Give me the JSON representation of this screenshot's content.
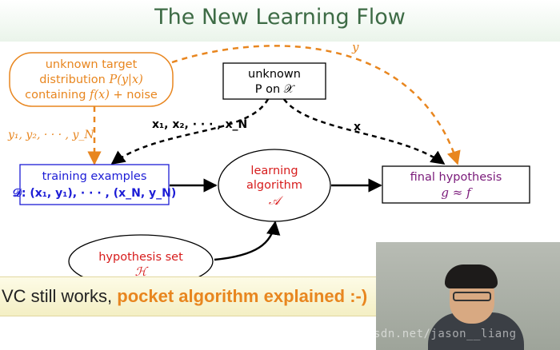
{
  "slide": {
    "title": "The New Learning Flow"
  },
  "nodes": {
    "target": {
      "line1": "unknown target",
      "line2_prefix": "distribution ",
      "line2_math": "P(y|x)",
      "line3_prefix": "containing ",
      "line3_math": "f(x)",
      "line3_suffix": " + noise"
    },
    "input_dist": {
      "line1": "unknown",
      "line2": "P on 𝒳"
    },
    "training": {
      "line1": "training examples",
      "line2": "𝒟: (x₁, y₁), · · · , (x_N, y_N)"
    },
    "algorithm": {
      "line1": "learning",
      "line2": "algorithm",
      "line3": "𝒜"
    },
    "hypothesis": {
      "line1": "final hypothesis",
      "line2": "g ≈ f"
    },
    "hypothesis_set": {
      "line1": "hypothesis set",
      "line2": "ℋ"
    }
  },
  "edge_labels": {
    "y_top": "y",
    "y_list": "y₁, y₂, · · · , y_N",
    "x_list": "x₁, x₂, · · · , x_N",
    "x_single": "x"
  },
  "caption": {
    "normal": "VC still works, ",
    "bold": "pocket algorithm explained :-)"
  },
  "watermark": "https://blog.csdn.net/jason__liang",
  "colors": {
    "title": "#3d6b45",
    "orange": "#e8861f",
    "blue": "#1c1cd6",
    "red": "#d71c1c",
    "purple": "#7a1a7a",
    "black": "#000000"
  }
}
